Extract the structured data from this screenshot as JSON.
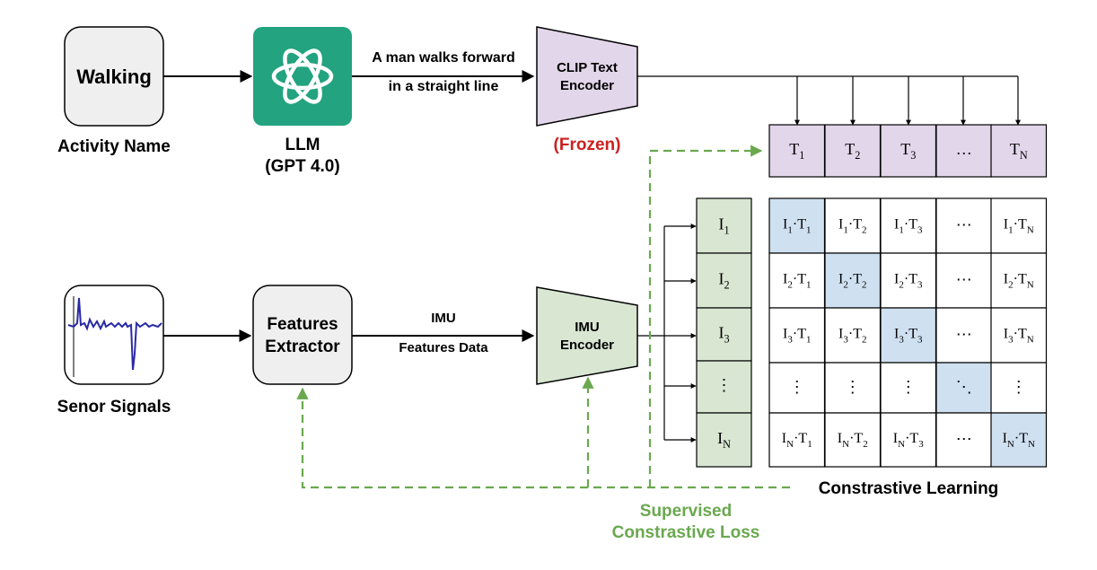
{
  "top_row": {
    "activity_box": "Walking",
    "activity_caption": "Activity Name",
    "llm_caption_1": "LLM",
    "llm_caption_2": "(GPT 4.0)",
    "prompt_line_1": "A man walks forward",
    "prompt_line_2": "in a straight line",
    "text_encoder_line_1": "CLIP Text",
    "text_encoder_line_2": "Encoder",
    "frozen_label": "(Frozen)"
  },
  "bottom_row": {
    "sensor_caption": "Senor Signals",
    "extractor_line_1": "Features",
    "extractor_line_2": "Extractor",
    "imu_label_1": "IMU",
    "imu_label_2": "Features Data",
    "imu_encoder_line_1": "IMU",
    "imu_encoder_line_2": "Encoder"
  },
  "text_embeddings": [
    {
      "base": "T",
      "sub": "1"
    },
    {
      "base": "T",
      "sub": "2"
    },
    {
      "base": "T",
      "sub": "3"
    },
    {
      "base": "…",
      "sub": ""
    },
    {
      "base": "T",
      "sub": "N"
    }
  ],
  "imu_embeddings": [
    {
      "base": "I",
      "sub": "1"
    },
    {
      "base": "I",
      "sub": "2"
    },
    {
      "base": "I",
      "sub": "3"
    },
    {
      "base": "⋮",
      "sub": ""
    },
    {
      "base": "I",
      "sub": "N"
    }
  ],
  "matrix": {
    "row_subs": [
      "1",
      "2",
      "3",
      "",
      "N"
    ],
    "col_subs": [
      "1",
      "2",
      "3",
      "",
      "N"
    ],
    "ellipsis_h": "⋯",
    "ellipsis_v": "⋮",
    "ellipsis_d": "⋱",
    "diagonal_color": "#cfe0f0"
  },
  "constrastive_caption": "Constrastive Learning",
  "loss_caption_1": "Supervised",
  "loss_caption_2": "Constrastive Loss",
  "colors": {
    "llm_green": "#23a37f",
    "purple": "#e2d6ea",
    "green_fill": "#d8e6d2",
    "gray_fill": "#efefef",
    "dashed_green": "#6aa84f",
    "frozen_red": "#cc2020",
    "signal_blue": "#2a2aa8"
  }
}
